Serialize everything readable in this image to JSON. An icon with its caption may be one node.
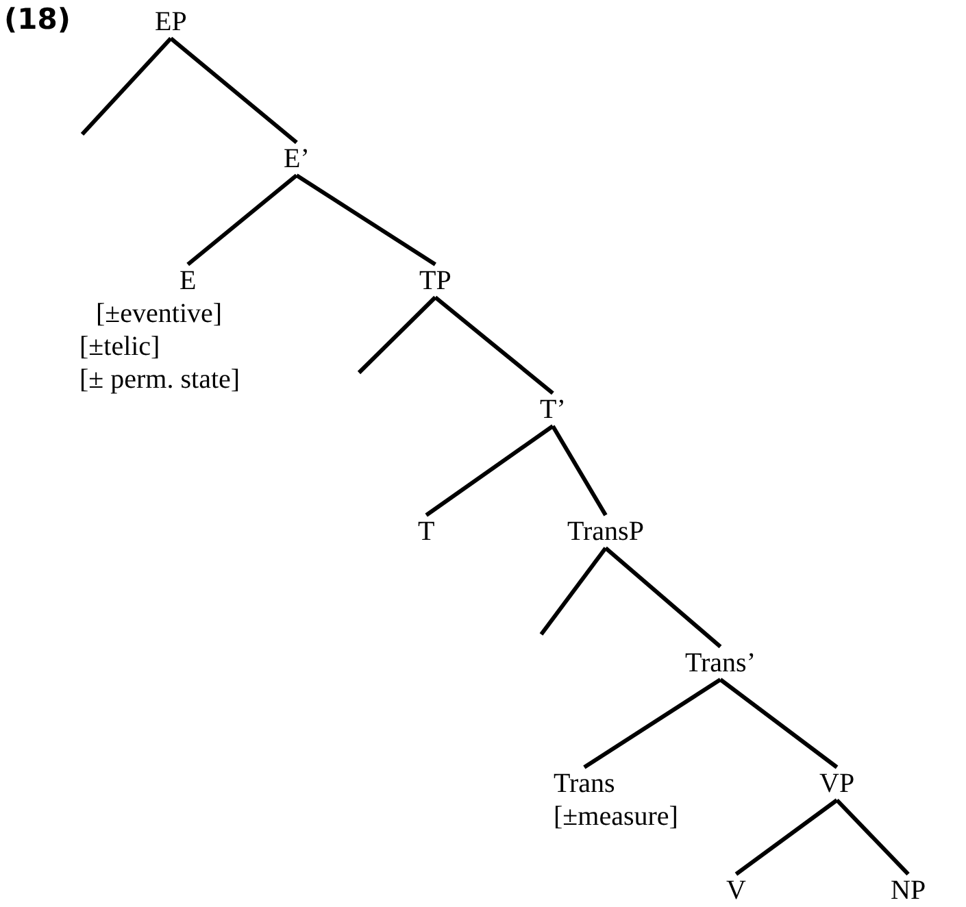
{
  "diagram": {
    "nodes": [
      {
        "text": [
          "EP"
        ]
      },
      {
        "text": [
          "E’"
        ]
      },
      {
        "text": [
          "E",
          "[±eventive]",
          "[±telic]",
          "[± perm. state]"
        ]
      },
      {
        "text": [
          "TP"
        ]
      },
      {
        "text": [
          "T’"
        ]
      },
      {
        "text": [
          "T"
        ]
      },
      {
        "text": [
          "TransP"
        ]
      },
      {
        "text": [
          "Trans’"
        ]
      },
      {
        "text": [
          "Trans",
          "[±measure]"
        ]
      },
      {
        "text": [
          "VP"
        ]
      },
      {
        "text": [
          "V"
        ]
      },
      {
        "text": [
          "NP"
        ]
      }
    ],
    "edges": [
      {
        "from": 0,
        "to": null,
        "arrow": "none"
      },
      {
        "from": 0,
        "to": 1,
        "arrow": "none"
      },
      {
        "from": 1,
        "to": 2,
        "arrow": "none"
      },
      {
        "from": 1,
        "to": 3,
        "arrow": "none"
      },
      {
        "from": 3,
        "to": null,
        "arrow": "none"
      },
      {
        "from": 3,
        "to": 4,
        "arrow": "none"
      },
      {
        "from": 4,
        "to": 5,
        "arrow": "none"
      },
      {
        "from": 4,
        "to": 6,
        "arrow": "none"
      },
      {
        "from": 6,
        "to": null,
        "arrow": "none"
      },
      {
        "from": 6,
        "to": 7,
        "arrow": "none"
      },
      {
        "from": 7,
        "to": 8,
        "arrow": "none"
      },
      {
        "from": 7,
        "to": 9,
        "arrow": "none"
      },
      {
        "from": 9,
        "to": 10,
        "arrow": "none"
      },
      {
        "from": 9,
        "to": 11,
        "arrow": "none"
      }
    ],
    "labels": [
      "(18)"
    ]
  }
}
